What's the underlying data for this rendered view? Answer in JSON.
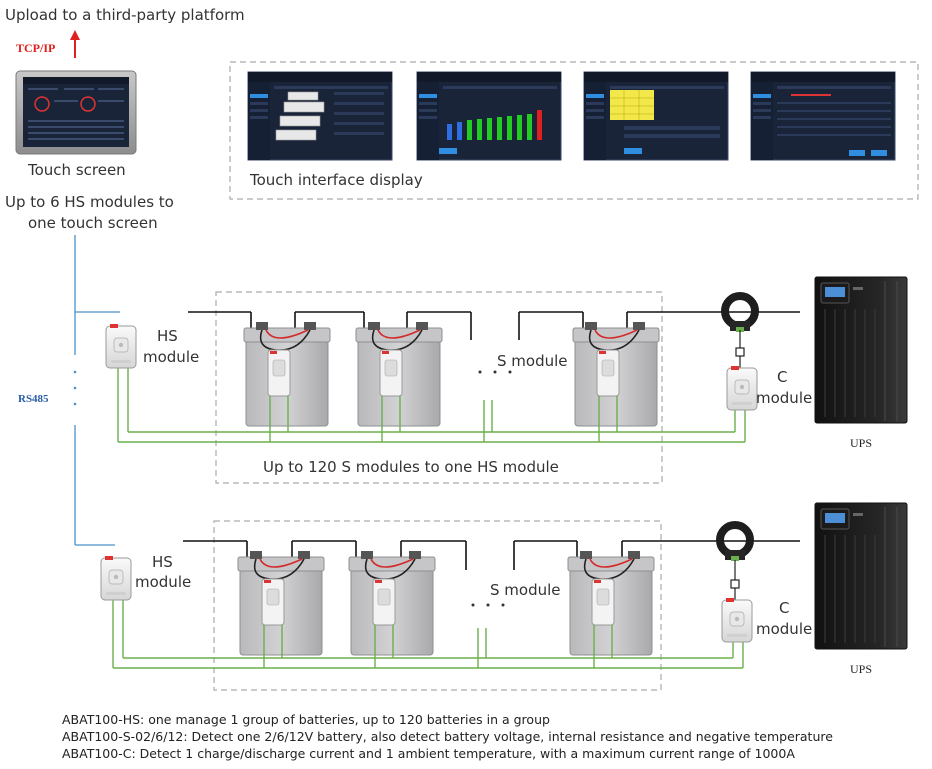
{
  "top": {
    "upload_text": "Upload to a third-party platform",
    "protocol": "TCP/IP"
  },
  "touch_screen": {
    "label": "Touch screen",
    "capacity_line1": "Up to 6 HS modules to",
    "capacity_line2": "one touch screen"
  },
  "touch_interface": {
    "label": "Touch interface display"
  },
  "bus": {
    "label": "RS485"
  },
  "groups": [
    {
      "hs_label_1": "HS",
      "hs_label_2": "module",
      "s_label": "S module",
      "c_label_1": "C",
      "c_label_2": "module",
      "ups_label": "UPS",
      "capacity_note": "Up to 120 S modules to one HS module"
    },
    {
      "hs_label_1": "HS",
      "hs_label_2": "module",
      "s_label": "S module",
      "c_label_1": "C",
      "c_label_2": "module",
      "ups_label": "UPS"
    }
  ],
  "notes": [
    "ABAT100-HS: one manage 1 group of batteries, up to 120 batteries in a group",
    "ABAT100-S-02/6/12: Detect one 2/6/12V battery, also detect battery voltage, internal resistance and negative temperature",
    "ABAT100-C: Detect 1 charge/discharge current and 1 ambient temperature, with a maximum current range of 1000A"
  ],
  "colors": {
    "bus_line": "#4a90c8",
    "sensor_line": "#6ab04c",
    "protocol_text": "#e0201e",
    "rs485_text": "#2a5ea8",
    "dashed_box": "#aaaaaa"
  }
}
